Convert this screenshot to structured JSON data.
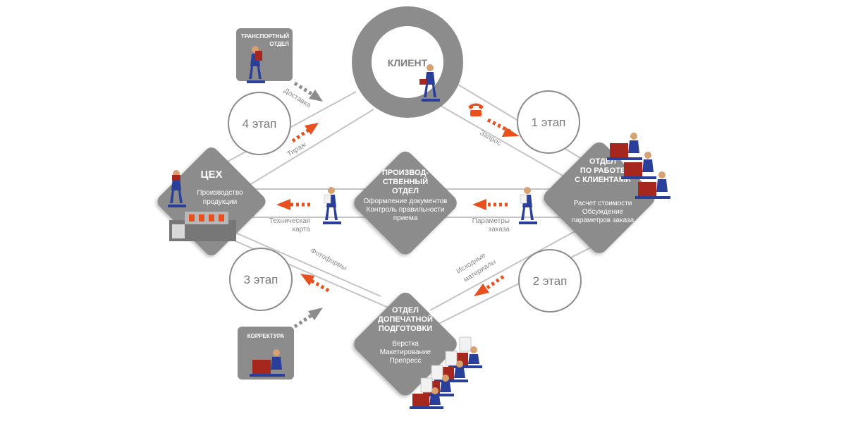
{
  "client": {
    "title": "КЛИЕНТ"
  },
  "nodes": {
    "workshop": {
      "title": "ЦЕХ",
      "lines": [
        "Производство",
        "продукции"
      ]
    },
    "production": {
      "title": [
        "ПРОИЗВОД-",
        "СТВЕННЫЙ",
        "ОТДЕЛ"
      ],
      "lines": [
        "Оформление документов",
        "Контроль правильности",
        "приема"
      ]
    },
    "clients_dept": {
      "title": [
        "ОТДЕЛ",
        "ПО РАБОТЕ",
        "С КЛИЕНТАМИ"
      ],
      "lines": [
        "Расчет стоимости",
        "Обсуждение",
        "параметров заказа"
      ]
    },
    "prepress": {
      "title": [
        "ОТДЕЛ",
        "ДОПЕЧАТНОЙ",
        "ПОДГОТОВКИ"
      ],
      "lines": [
        "Верстка",
        "Макетирование",
        "Препресс"
      ]
    }
  },
  "boxes": {
    "transport": [
      "ТРАНСПОРТНЫЙ",
      "ОТДЕЛ"
    ],
    "correction": [
      "КОРРЕКТУРА"
    ]
  },
  "stages": [
    "1 этап",
    "2 этап",
    "3 этап",
    "4 этап"
  ],
  "flows": {
    "delivery": "Доставка",
    "print_run": "Тираж",
    "request": "Запрос",
    "tech_card": [
      "Техническая",
      "карта"
    ],
    "order_params": [
      "Параметры",
      "заказа"
    ],
    "source_materials": [
      "Исходные",
      "материалы"
    ],
    "photoforms": "Фотоформы"
  },
  "colors": {
    "gray": "#8c8c8c",
    "dark_gray": "#7a7a7a",
    "light_gray": "#c8c8c8",
    "orange": "#e8501e",
    "blue": "#2a3f9a",
    "red": "#a6271d"
  }
}
